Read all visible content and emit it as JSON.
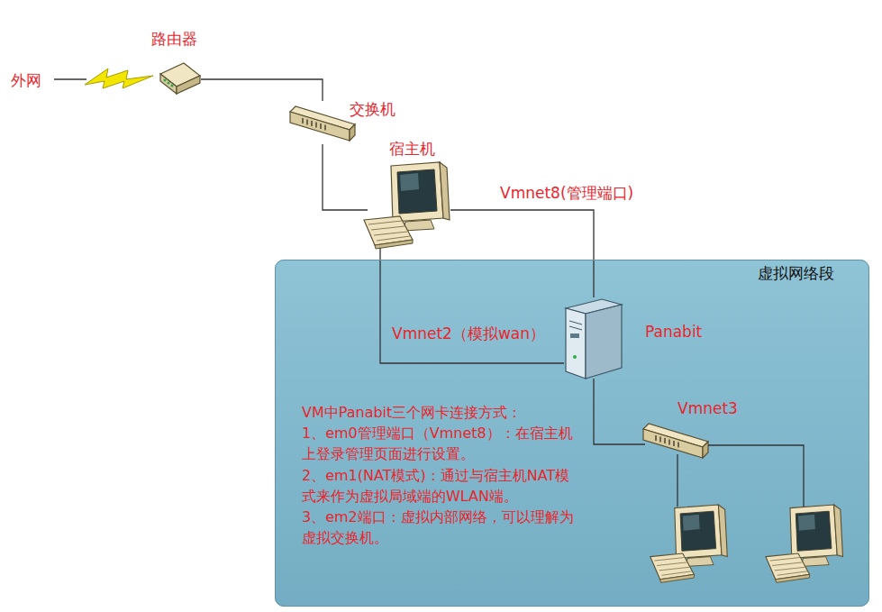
{
  "diagram": {
    "nodes": [
      {
        "text": [
          "虚拟网络段"
        ]
      },
      {
        "text": [
          "路由器"
        ]
      },
      {
        "text": [
          "交换机"
        ]
      },
      {
        "text": [
          "宿主机"
        ]
      },
      {
        "text": [
          "Panabit"
        ],
        "in": 0
      },
      {
        "text": [
          "Vmnet3"
        ],
        "in": 0
      }
    ],
    "edges": [
      {
        "from": 1,
        "to": 2,
        "arrow": "none"
      },
      {
        "from": 2,
        "to": 3,
        "arrow": "none"
      },
      {
        "from": 3,
        "to": 4,
        "label": "Vmnet8(管理端口)",
        "arrow": "none"
      },
      {
        "from": 3,
        "to": 4,
        "label": "Vmnet2（模拟wan）",
        "arrow": "none"
      },
      {
        "from": 4,
        "to": 5,
        "arrow": "none"
      }
    ],
    "labels": [
      "外网",
      "VM中Panabit三个网卡连接方式：",
      "1、em0管理端口（Vmnet8）：在宿主机上登录管理页面进行设置。",
      "2、em1(NAT模式)：通过与宿主机NAT模式来作为虚拟局域端的WLAN端。",
      "3、em2端口：虚拟内部网络，可以理解为虚拟交换机。"
    ]
  }
}
